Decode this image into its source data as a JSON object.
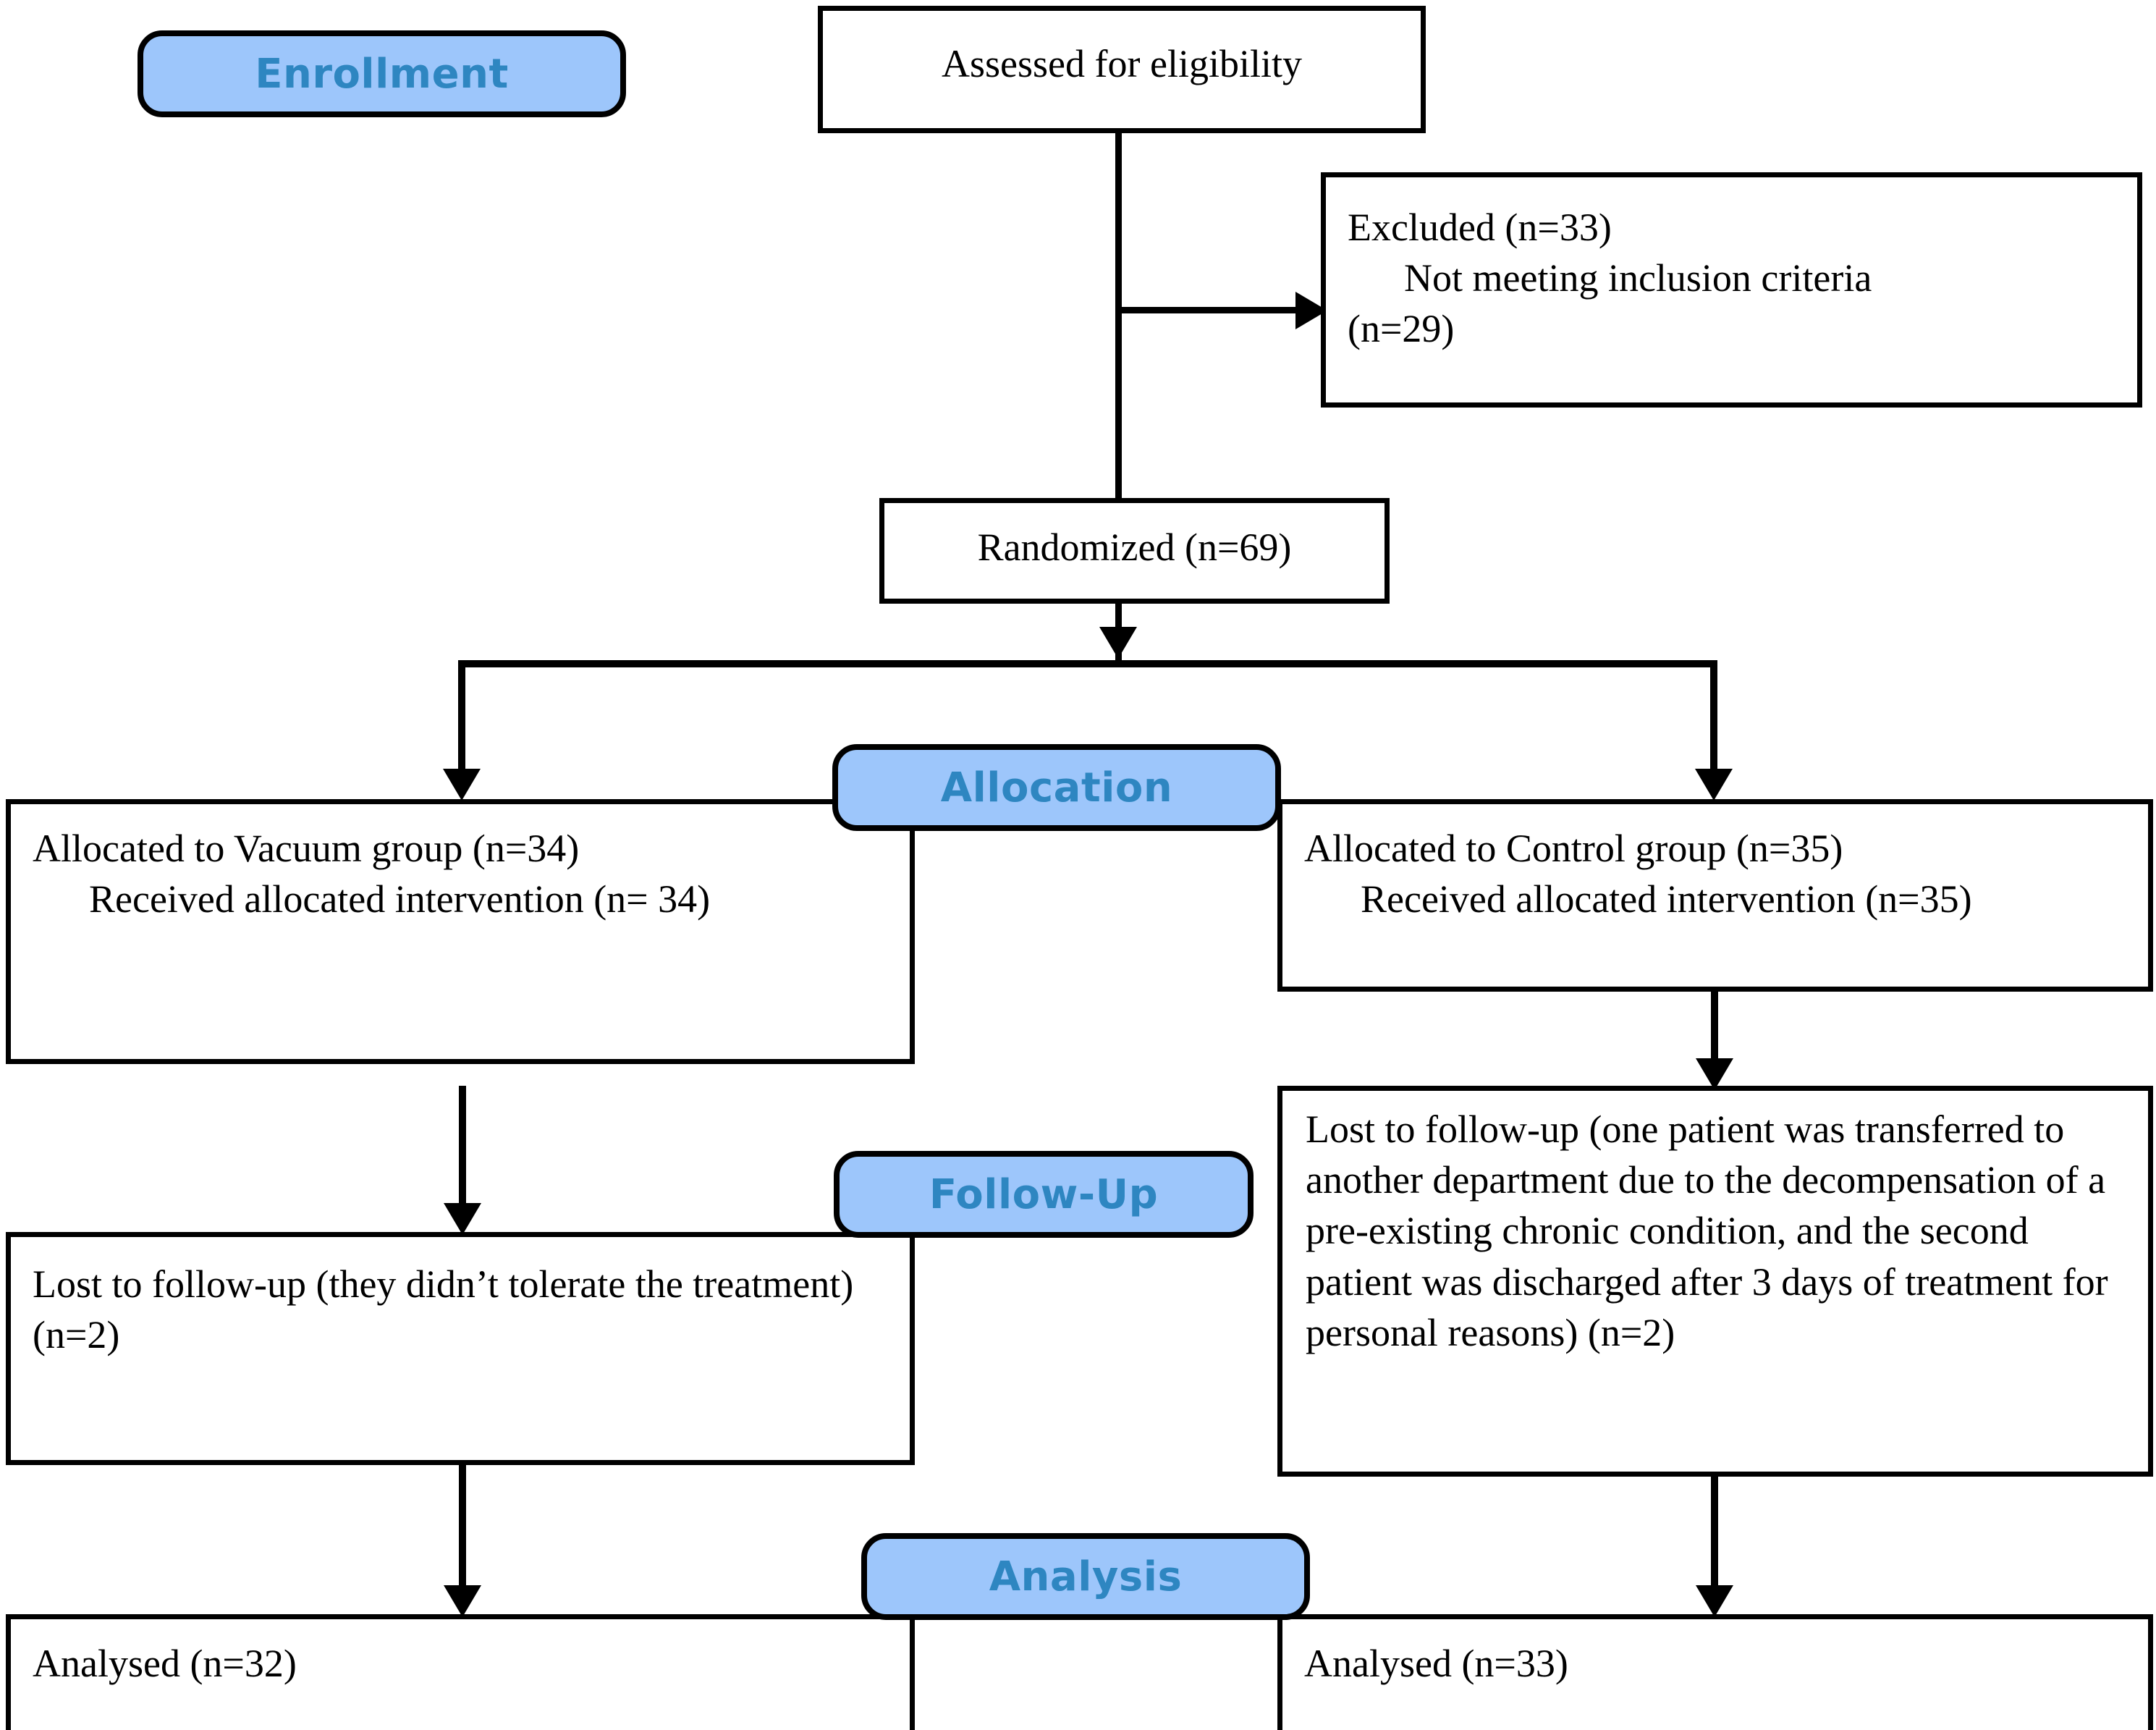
{
  "diagram": {
    "type": "consort-flow-diagram",
    "title": "CONSORT participant flow",
    "accent_fill": "#9DC6FB",
    "accent_text": "#2E86C1",
    "line_color": "#000000",
    "background": "#ffffff"
  },
  "stages": {
    "enrollment": "Enrollment",
    "allocation": "Allocation",
    "follow_up": "Follow-Up",
    "analysis": "Analysis"
  },
  "boxes": {
    "assessed": {
      "line1": "Assessed for eligibility"
    },
    "excluded": {
      "line1": "Excluded (n=33)",
      "line2": "Not meeting inclusion criteria",
      "line3": "(n=29)"
    },
    "randomized": {
      "line1": "Randomized (n=69)"
    },
    "alloc_left": {
      "line1": "Allocated to Vacuum group (n=34)",
      "line2": "Received allocated intervention (n= 34)"
    },
    "alloc_right": {
      "line1": "Allocated to Control group (n=35)",
      "line2": "Received allocated intervention (n=35)"
    },
    "followup_left": {
      "line1": "Lost to follow-up (they didn’t tolerate the treatment) (n=2)"
    },
    "followup_right": {
      "line1": "Lost to follow-up (one patient was transferred to another department due to the decompensation of a pre-existing chronic condition, and the second patient was discharged after 3 days of treatment for personal reasons) (n=2)"
    },
    "analysed_left": {
      "line1": "Analysed (n=32)"
    },
    "analysed_right": {
      "line1": "Analysed (n=33)"
    }
  },
  "counts": {
    "excluded_total": 33,
    "excluded_not_meeting_inclusion": 29,
    "randomized": 69,
    "vacuum_allocated": 34,
    "vacuum_received": 34,
    "control_allocated": 35,
    "control_received": 35,
    "vacuum_lost": 2,
    "control_lost": 2,
    "vacuum_analysed": 32,
    "control_analysed": 33
  }
}
